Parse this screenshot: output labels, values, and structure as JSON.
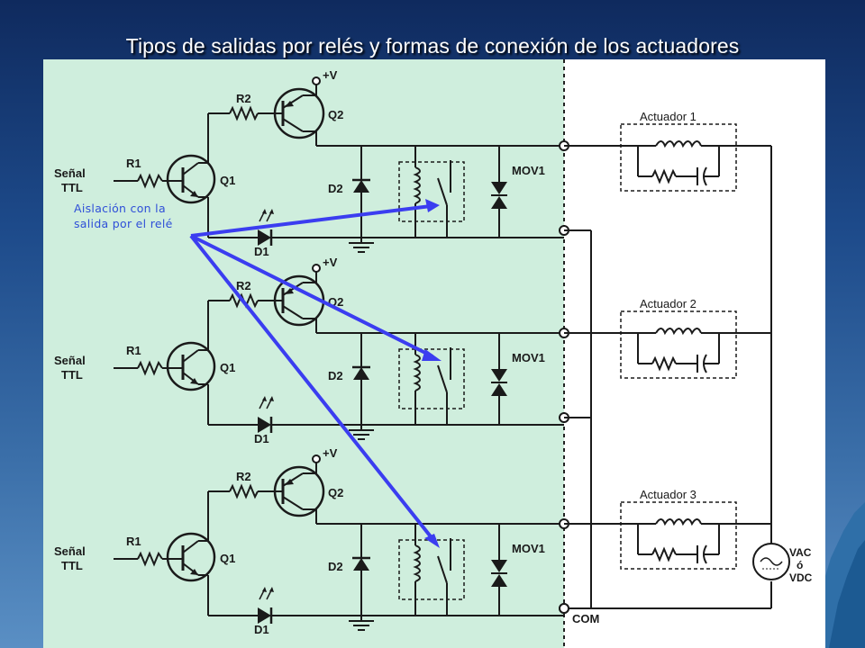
{
  "slide": {
    "title": "Tipos de salidas por relés y formas de conexión de los actuadores",
    "annotation_lines": [
      "Aislación con la",
      "salida por el relé"
    ]
  },
  "circuit": {
    "labels": {
      "signal_line1": "Señal",
      "signal_line2": "TTL",
      "r1": "R1",
      "r2": "R2",
      "q1": "Q1",
      "q2": "Q2",
      "d1": "D1",
      "d2": "D2",
      "mov1": "MOV1",
      "vplus": "+V"
    },
    "actuators": [
      "Actuador 1",
      "Actuador 2",
      "Actuador 3"
    ],
    "com": "COM",
    "supply_line1": "VAC",
    "supply_line2": "ó",
    "supply_line3": "VDC"
  },
  "colors": {
    "panel_green": "#cfeedd",
    "arrow_blue": "#3b3df0",
    "wire": "#1a1a1a",
    "annotation_text": "#2f4fd8"
  }
}
